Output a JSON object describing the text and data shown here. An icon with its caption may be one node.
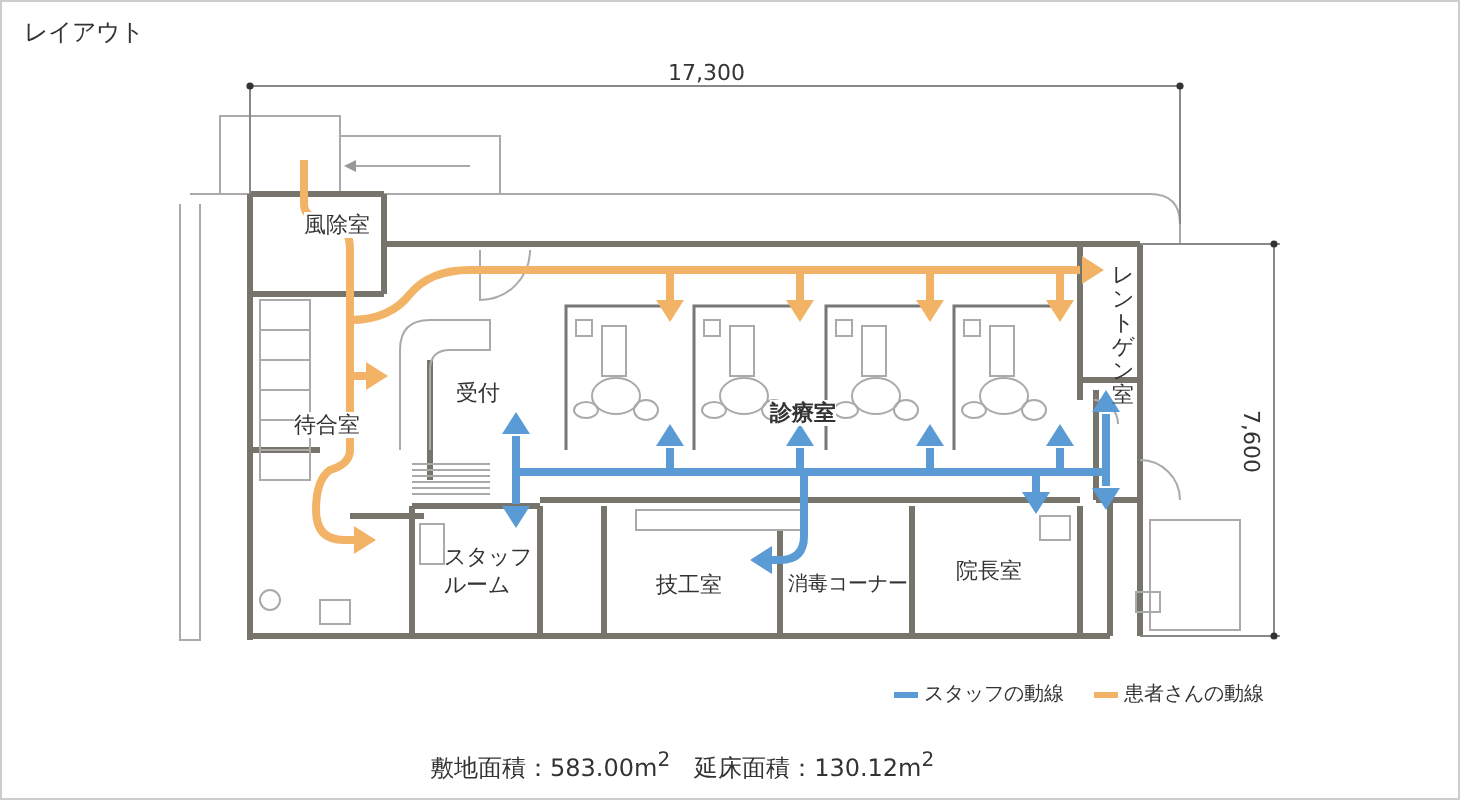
{
  "diagram": {
    "title": "レイアウト",
    "caption": "敷地面積：583.00m$^{2}$　延床面積：130.12m$^{2}$",
    "labels": [
      "17,300",
      "風除室",
      "待合室",
      "受付",
      "診療室",
      "レントゲン室",
      "7,600",
      "スタッフルーム",
      "技工室",
      "消毒コーナー",
      "院長室"
    ],
    "legend": [
      {
        "text": "スタッフの動線",
        "color": "#5b9bd5"
      },
      {
        "text": "患者さんの動線",
        "color": "#f2b366"
      }
    ]
  }
}
